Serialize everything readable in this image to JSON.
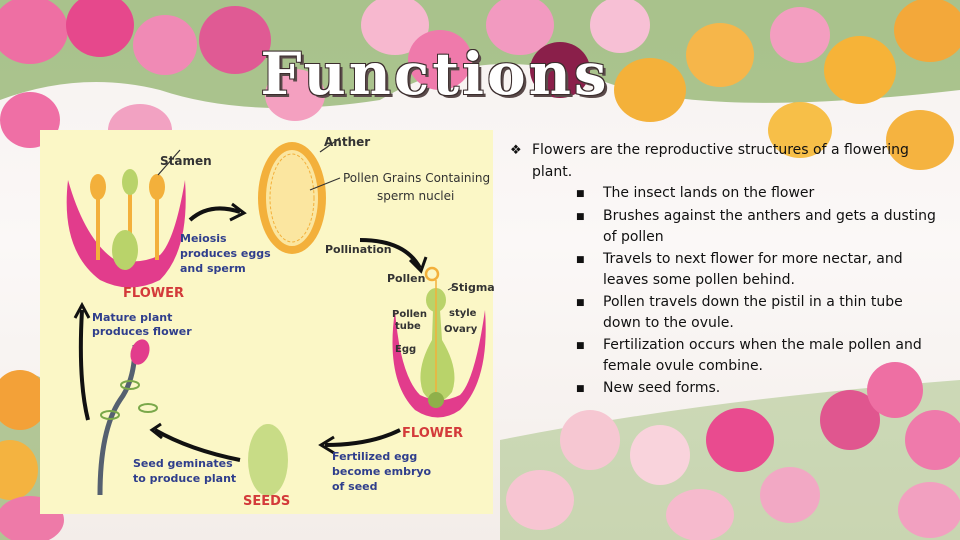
{
  "slide": {
    "title": "Functions",
    "colors": {
      "pink": "#e23c8c",
      "yellow": "#f3b03b",
      "pale_yellow": "#fbf7c6",
      "navy": "#2f3e8c",
      "red_label": "#d33a3a"
    }
  },
  "diagram": {
    "labels": {
      "stamen": "Stamen",
      "anther": "Anther",
      "pollen_grains": "Pollen Grains Containing",
      "sperm_nuclei": "sperm nuclei",
      "meiosis": "Meiosis",
      "produces_eggs": "produces eggs",
      "and_sperm": "and sperm",
      "pollination": "Pollination",
      "pollen": "Pollen",
      "stigma": "Stigma",
      "flower_left": "FLOWER",
      "mature_plant": "Mature plant",
      "produces_flower": "produces flower",
      "pollen_tube_1": "Pollen",
      "pollen_tube_2": "tube",
      "style": "style",
      "ovary": "Ovary",
      "egg": "Egg",
      "flower_right": "FLOWER",
      "seed_germinates": "Seed geminates",
      "to_produce_plant": "to produce plant",
      "fertilized_1": "Fertilized egg",
      "fertilized_2": "become embryo",
      "fertilized_3": "of seed",
      "seeds": "SEEDS"
    }
  },
  "bullets": {
    "main_marker": "❖",
    "sub_marker": "■",
    "main": "Flowers are the reproductive structures of a flowering plant.",
    "items": [
      "The insect lands on the flower",
      "Brushes against the anthers and gets a dusting of pollen",
      "Travels to next flower for more nectar, and leaves some pollen behind.",
      "Pollen travels down the pistil in a thin tube down to the ovule.",
      "Fertilization occurs when the male pollen and female ovule combine.",
      "New seed forms."
    ]
  }
}
